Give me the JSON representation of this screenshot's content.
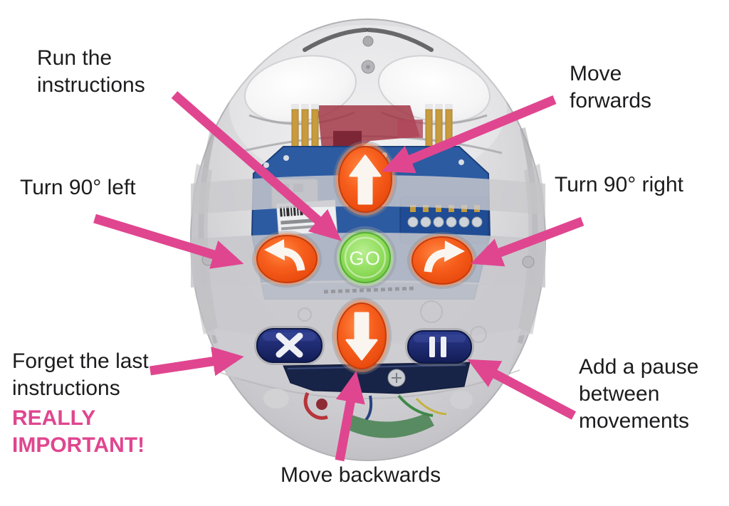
{
  "colors": {
    "annotation_pink": "#e0468f",
    "button_orange": "#ee5315",
    "button_green": "#8bd957",
    "button_navy": "#1c2a6e",
    "label_text": "#1c1c1e"
  },
  "annotations": {
    "run_instructions": "Run the\ninstructions",
    "move_forwards": "Move\nforwards",
    "turn_left": "Turn 90° left",
    "turn_right": "Turn 90° right",
    "forget_last": "Forget the last\ninstructions",
    "forget_last_emphasis": "REALLY\nIMPORTANT!",
    "add_pause": "Add a pause\nbetween\nmovements",
    "move_backwards": "Move backwards"
  },
  "robot": {
    "go_button_label": "GO",
    "buttons": [
      {
        "id": "move-forwards",
        "icon": "up-arrow-icon",
        "glyph": "↑"
      },
      {
        "id": "move-backwards",
        "icon": "down-arrow-icon",
        "glyph": "↓"
      },
      {
        "id": "turn-left",
        "icon": "turn-left-arrow-icon",
        "glyph": "↰"
      },
      {
        "id": "turn-right",
        "icon": "turn-right-arrow-icon",
        "glyph": "↱"
      },
      {
        "id": "go",
        "icon": "go-label",
        "glyph": "GO"
      },
      {
        "id": "clear",
        "icon": "x-icon",
        "glyph": "✕"
      },
      {
        "id": "pause",
        "icon": "pause-icon",
        "glyph": "❚❚"
      }
    ]
  }
}
